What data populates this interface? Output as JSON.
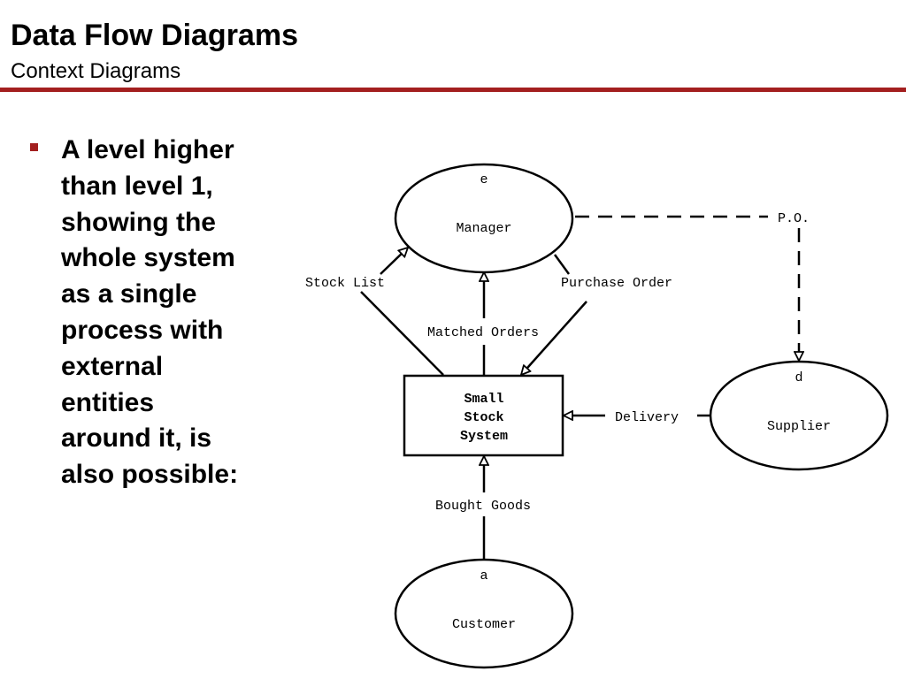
{
  "header": {
    "title": "Data Flow Diagrams",
    "subtitle": "Context Diagrams"
  },
  "bullet": {
    "text": "A level higher than level 1, showing the whole system as a single process with external entities around it, is also possible:"
  },
  "diagram": {
    "process": {
      "lines": [
        "Small",
        "Stock",
        "System"
      ]
    },
    "entities": {
      "manager": {
        "id": "e",
        "name": "Manager"
      },
      "supplier": {
        "id": "d",
        "name": "Supplier"
      },
      "customer": {
        "id": "a",
        "name": "Customer"
      }
    },
    "flows": {
      "stock_list": "Stock List",
      "purchase_order": "Purchase Order",
      "matched_orders": "Matched Orders",
      "po": "P.O.",
      "delivery": "Delivery",
      "bought_goods": "Bought Goods"
    }
  },
  "colors": {
    "accent": "#a31f1f"
  }
}
